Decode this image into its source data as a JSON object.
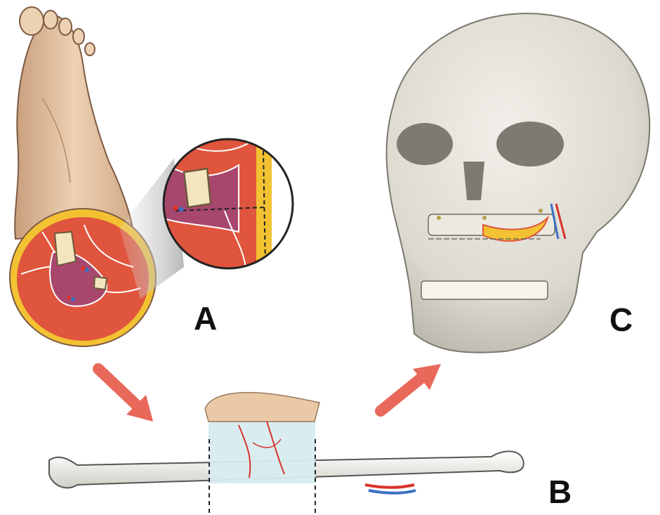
{
  "labels": {
    "a": "A",
    "b": "B",
    "c": "C"
  },
  "colors": {
    "skin": "#e9c9a6",
    "skin_shadow": "#c99f7c",
    "muscle": "#e0553d",
    "muscle_dark": "#c8452f",
    "fat": "#f2c232",
    "bone": "#f0ead8",
    "fibula_bone": "#f3e6bf",
    "deep_muscle": "#a8476e",
    "graft_soft": "#d7ecf0",
    "vessel_red": "#d8322a",
    "vessel_blue": "#3b6fc4",
    "skull": "#e6e4dd",
    "skull_shadow": "#b9b6ac",
    "arrow": "#e8685a",
    "label": "#111111"
  },
  "icons": [
    "foot-illustration",
    "leg-cross-section",
    "magnified-detail",
    "fibula-graft",
    "skull-illustration",
    "arrow-right-down",
    "arrow-right-up"
  ]
}
